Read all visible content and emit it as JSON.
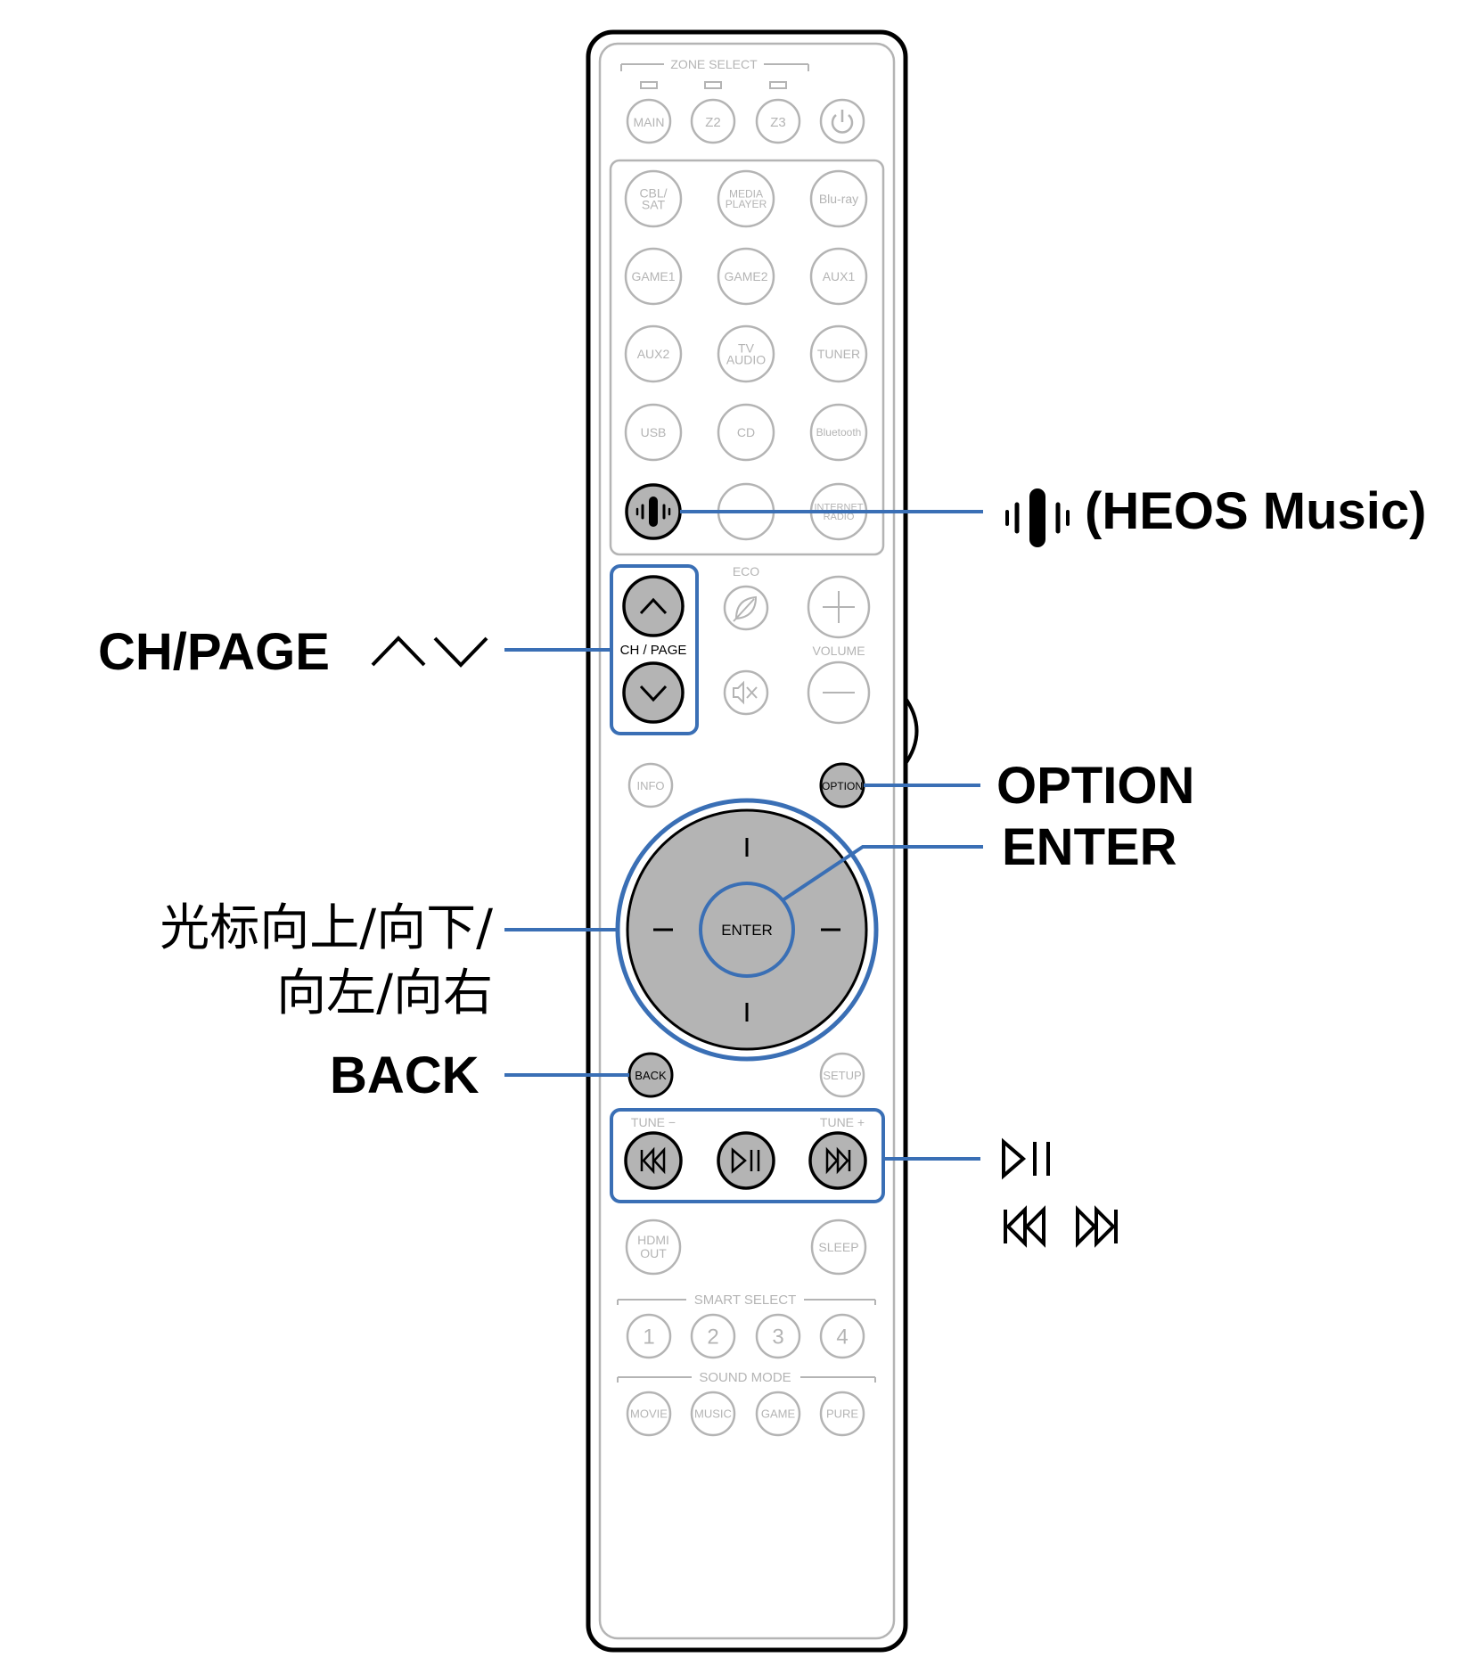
{
  "remote": {
    "zone_select_label": "ZONE SELECT",
    "zone_buttons": [
      "MAIN",
      "Z2",
      "Z3"
    ],
    "power_icon": "power-icon",
    "source_buttons": [
      [
        "CBL/",
        "SAT"
      ],
      [
        "MEDIA",
        "PLAYER"
      ],
      [
        "Blu-ray"
      ],
      [
        "GAME1"
      ],
      [
        "GAME2"
      ],
      [
        "AUX1"
      ],
      [
        "AUX2"
      ],
      [
        "TV",
        "AUDIO"
      ],
      [
        "TUNER"
      ],
      [
        "USB"
      ],
      [
        "CD"
      ],
      [
        "Bluetooth"
      ],
      [
        "INTERNET",
        "RADIO"
      ]
    ],
    "heos_icon": "heos-icon",
    "eco_label": "ECO",
    "eco_icon": "leaf-icon",
    "ch_page_label": "CH / PAGE",
    "volume_label": "VOLUME",
    "mute_icon": "mute-icon",
    "info_label": "INFO",
    "option_label": "OPTION",
    "enter_label": "ENTER",
    "back_label": "BACK",
    "setup_label": "SETUP",
    "tune_minus_label": "TUNE −",
    "tune_plus_label": "TUNE +",
    "hdmi_out_label": [
      "HDMI",
      "OUT"
    ],
    "sleep_label": "SLEEP",
    "smart_select_label": "SMART SELECT",
    "smart_select_buttons": [
      "1",
      "2",
      "3",
      "4"
    ],
    "sound_mode_label": "SOUND MODE",
    "sound_mode_buttons": [
      "MOVIE",
      "MUSIC",
      "GAME",
      "PURE"
    ]
  },
  "callouts": {
    "heos": "(HEOS Music)",
    "ch_page": "CH/PAGE",
    "option": "OPTION",
    "enter": "ENTER",
    "cursor_line1": "光标向上/向下/",
    "cursor_line2": "向左/向右",
    "back": "BACK",
    "play_pause_icon": "play-pause-icon",
    "skip_icons": "skip-back-forward-icons"
  },
  "colors": {
    "highlight": "#3a6fb5",
    "button_fill_active": "#b4b4b4",
    "button_outline_inactive": "#b4b4b4",
    "body_outline": "#000000"
  }
}
